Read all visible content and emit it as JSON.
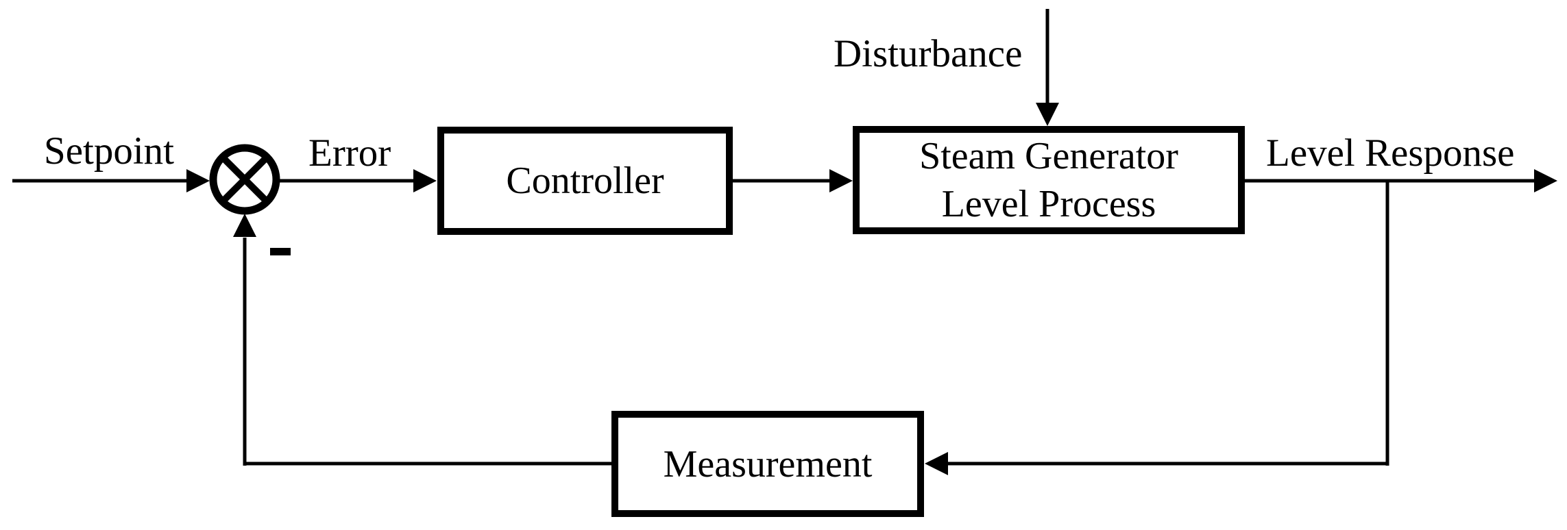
{
  "colors": {
    "foreground": "#000000",
    "background": "#ffffff"
  },
  "labels": {
    "setpoint": "Setpoint",
    "error": "Error",
    "disturbance": "Disturbance",
    "level_response": "Level Response",
    "feedback_sign": "−"
  },
  "blocks": {
    "controller": {
      "label": "Controller"
    },
    "process": {
      "label_line1": "Steam Generator",
      "label_line2": "Level Process"
    },
    "measurement": {
      "label": "Measurement"
    }
  }
}
